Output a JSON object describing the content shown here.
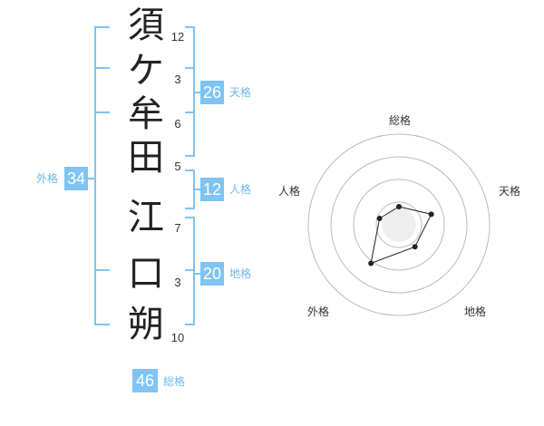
{
  "name": {
    "chars": [
      {
        "char": "須",
        "strokes": "12"
      },
      {
        "char": "ケ",
        "strokes": "3"
      },
      {
        "char": "牟",
        "strokes": "6"
      },
      {
        "char": "田",
        "strokes": "5"
      },
      {
        "char": "江",
        "strokes": "7"
      },
      {
        "char": "口",
        "strokes": "3"
      },
      {
        "char": "朔",
        "strokes": "10"
      }
    ]
  },
  "kaku": {
    "tenkaku": {
      "value": "26",
      "label": "天格"
    },
    "jinkaku": {
      "value": "12",
      "label": "人格"
    },
    "chikaku": {
      "value": "20",
      "label": "地格"
    },
    "gaikaku": {
      "value": "34",
      "label": "外格"
    },
    "soukaku": {
      "value": "46",
      "label": "総格"
    }
  },
  "colors": {
    "accent": "#7fc4f2",
    "label": "#6db9ea",
    "grid": "#bbbbbb",
    "point": "#222222",
    "center": "#dddddd"
  },
  "chart_data": {
    "type": "radar",
    "axes": [
      "総格",
      "天格",
      "地格",
      "外格",
      "人格"
    ],
    "rings": 4,
    "values": [
      0.8,
      1.5,
      1.2,
      2.1,
      0.9
    ],
    "max": 4
  }
}
